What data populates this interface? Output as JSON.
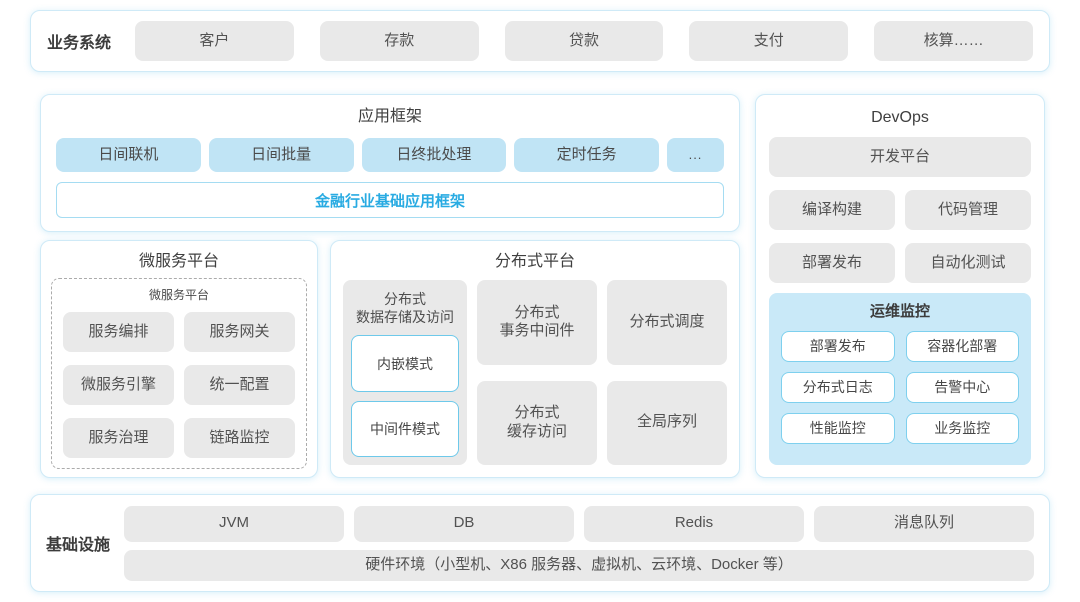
{
  "business_systems": {
    "label": "业务系统",
    "items": [
      "客户",
      "存款",
      "贷款",
      "支付",
      "核算……"
    ]
  },
  "app_framework": {
    "title": "应用框架",
    "modules": [
      "日间联机",
      "日间批量",
      "日终批处理",
      "定时任务",
      "..."
    ],
    "base_framework": "金融行业基础应用框架"
  },
  "devops": {
    "title": "DevOps",
    "dev_platform": "开发平台",
    "tools": [
      "编译构建",
      "代码管理",
      "部署发布",
      "自动化测试"
    ],
    "ops_monitoring": {
      "title": "运维监控",
      "items": [
        "部署发布",
        "容器化部署",
        "分布式日志",
        "告警中心",
        "性能监控",
        "业务监控"
      ]
    }
  },
  "microservice_platform": {
    "title": "微服务平台",
    "inner_group_title": "微服务平台",
    "items": [
      "服务编排",
      "服务网关",
      "微服务引擎",
      "统一配置",
      "服务治理",
      "链路监控"
    ]
  },
  "distributed_platform": {
    "title": "分布式平台",
    "data_storage": {
      "title_lines": [
        "分布式",
        "数据存储及访问"
      ],
      "modes": [
        "内嵌模式",
        "中间件模式"
      ]
    },
    "cells": {
      "transaction_middleware": [
        "分布式",
        "事务中间件"
      ],
      "scheduling": "分布式调度",
      "cache_access": [
        "分布式",
        "缓存访问"
      ],
      "global_sequence": "全局序列"
    }
  },
  "infrastructure": {
    "label": "基础设施",
    "items": [
      "JVM",
      "DB",
      "Redis",
      "消息队列"
    ],
    "hardware_env": "硬件环境（小型机、X86 服务器、虚拟机、云环境、Docker 等）"
  },
  "colors": {
    "accent_text": "#29abe2",
    "panel_border": "#cfeaf7",
    "blue_box_bg": "#c0e4f5",
    "gray_box_bg": "#e9e9e9",
    "ops_panel_bg": "#c9e9f8",
    "mode_box_border": "#6ec9ea",
    "text_primary": "#4d4d4d"
  }
}
